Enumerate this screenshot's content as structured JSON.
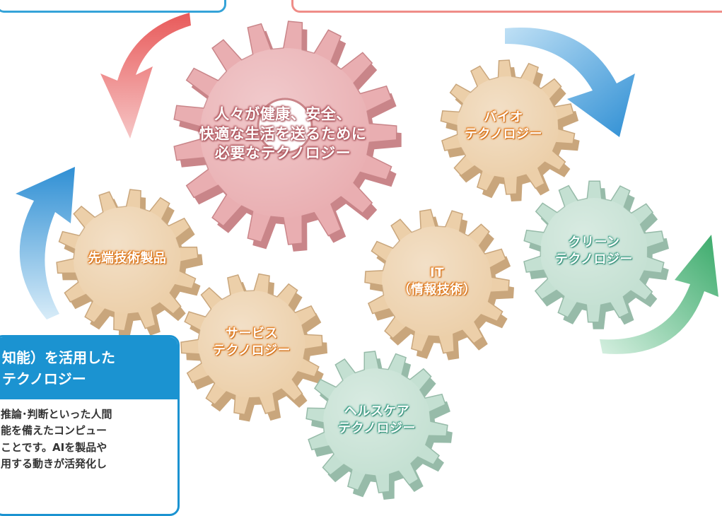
{
  "gears": [
    {
      "id": "main",
      "lines": [
        "人々が健康、安全、",
        "快適な生活を送るために",
        "必要なテクノロジー"
      ],
      "color": "#e9aeb1",
      "shade": "#c98589"
    },
    {
      "id": "bio",
      "lines": [
        "バイオ",
        "テクノロジー"
      ],
      "color": "#eccfa9",
      "shade": "#c9a67c"
    },
    {
      "id": "advanced",
      "lines": [
        "先端技術製品"
      ],
      "color": "#eccfa9",
      "shade": "#c9a67c"
    },
    {
      "id": "service",
      "lines": [
        "サービス",
        "テクノロジー"
      ],
      "color": "#eccfa9",
      "shade": "#c9a67c"
    },
    {
      "id": "it",
      "lines": [
        "IT",
        "（情報技術）"
      ],
      "color": "#eccfa9",
      "shade": "#c9a67c"
    },
    {
      "id": "clean",
      "lines": [
        "クリーン",
        "テクノロジー"
      ],
      "color": "#c4e0d2",
      "shade": "#97bba9"
    },
    {
      "id": "health",
      "lines": [
        "ヘルスケア",
        "テクノロジー"
      ],
      "color": "#c4e0d2",
      "shade": "#97bba9"
    }
  ],
  "ai_box": {
    "title_lines": [
      "知能）を活用した",
      "テクノロジー"
    ],
    "body_lines": [
      "推論･判断といった人間",
      "能を備えたコンピュー",
      "ことです。AIを製品や",
      "用する動きが活発化し"
    ]
  },
  "colors": {
    "arrow_red": "#e85a5a",
    "arrow_blue": "#2f8fd4",
    "arrow_green": "#3aaa6a",
    "box_blue": "#1b93d1"
  }
}
